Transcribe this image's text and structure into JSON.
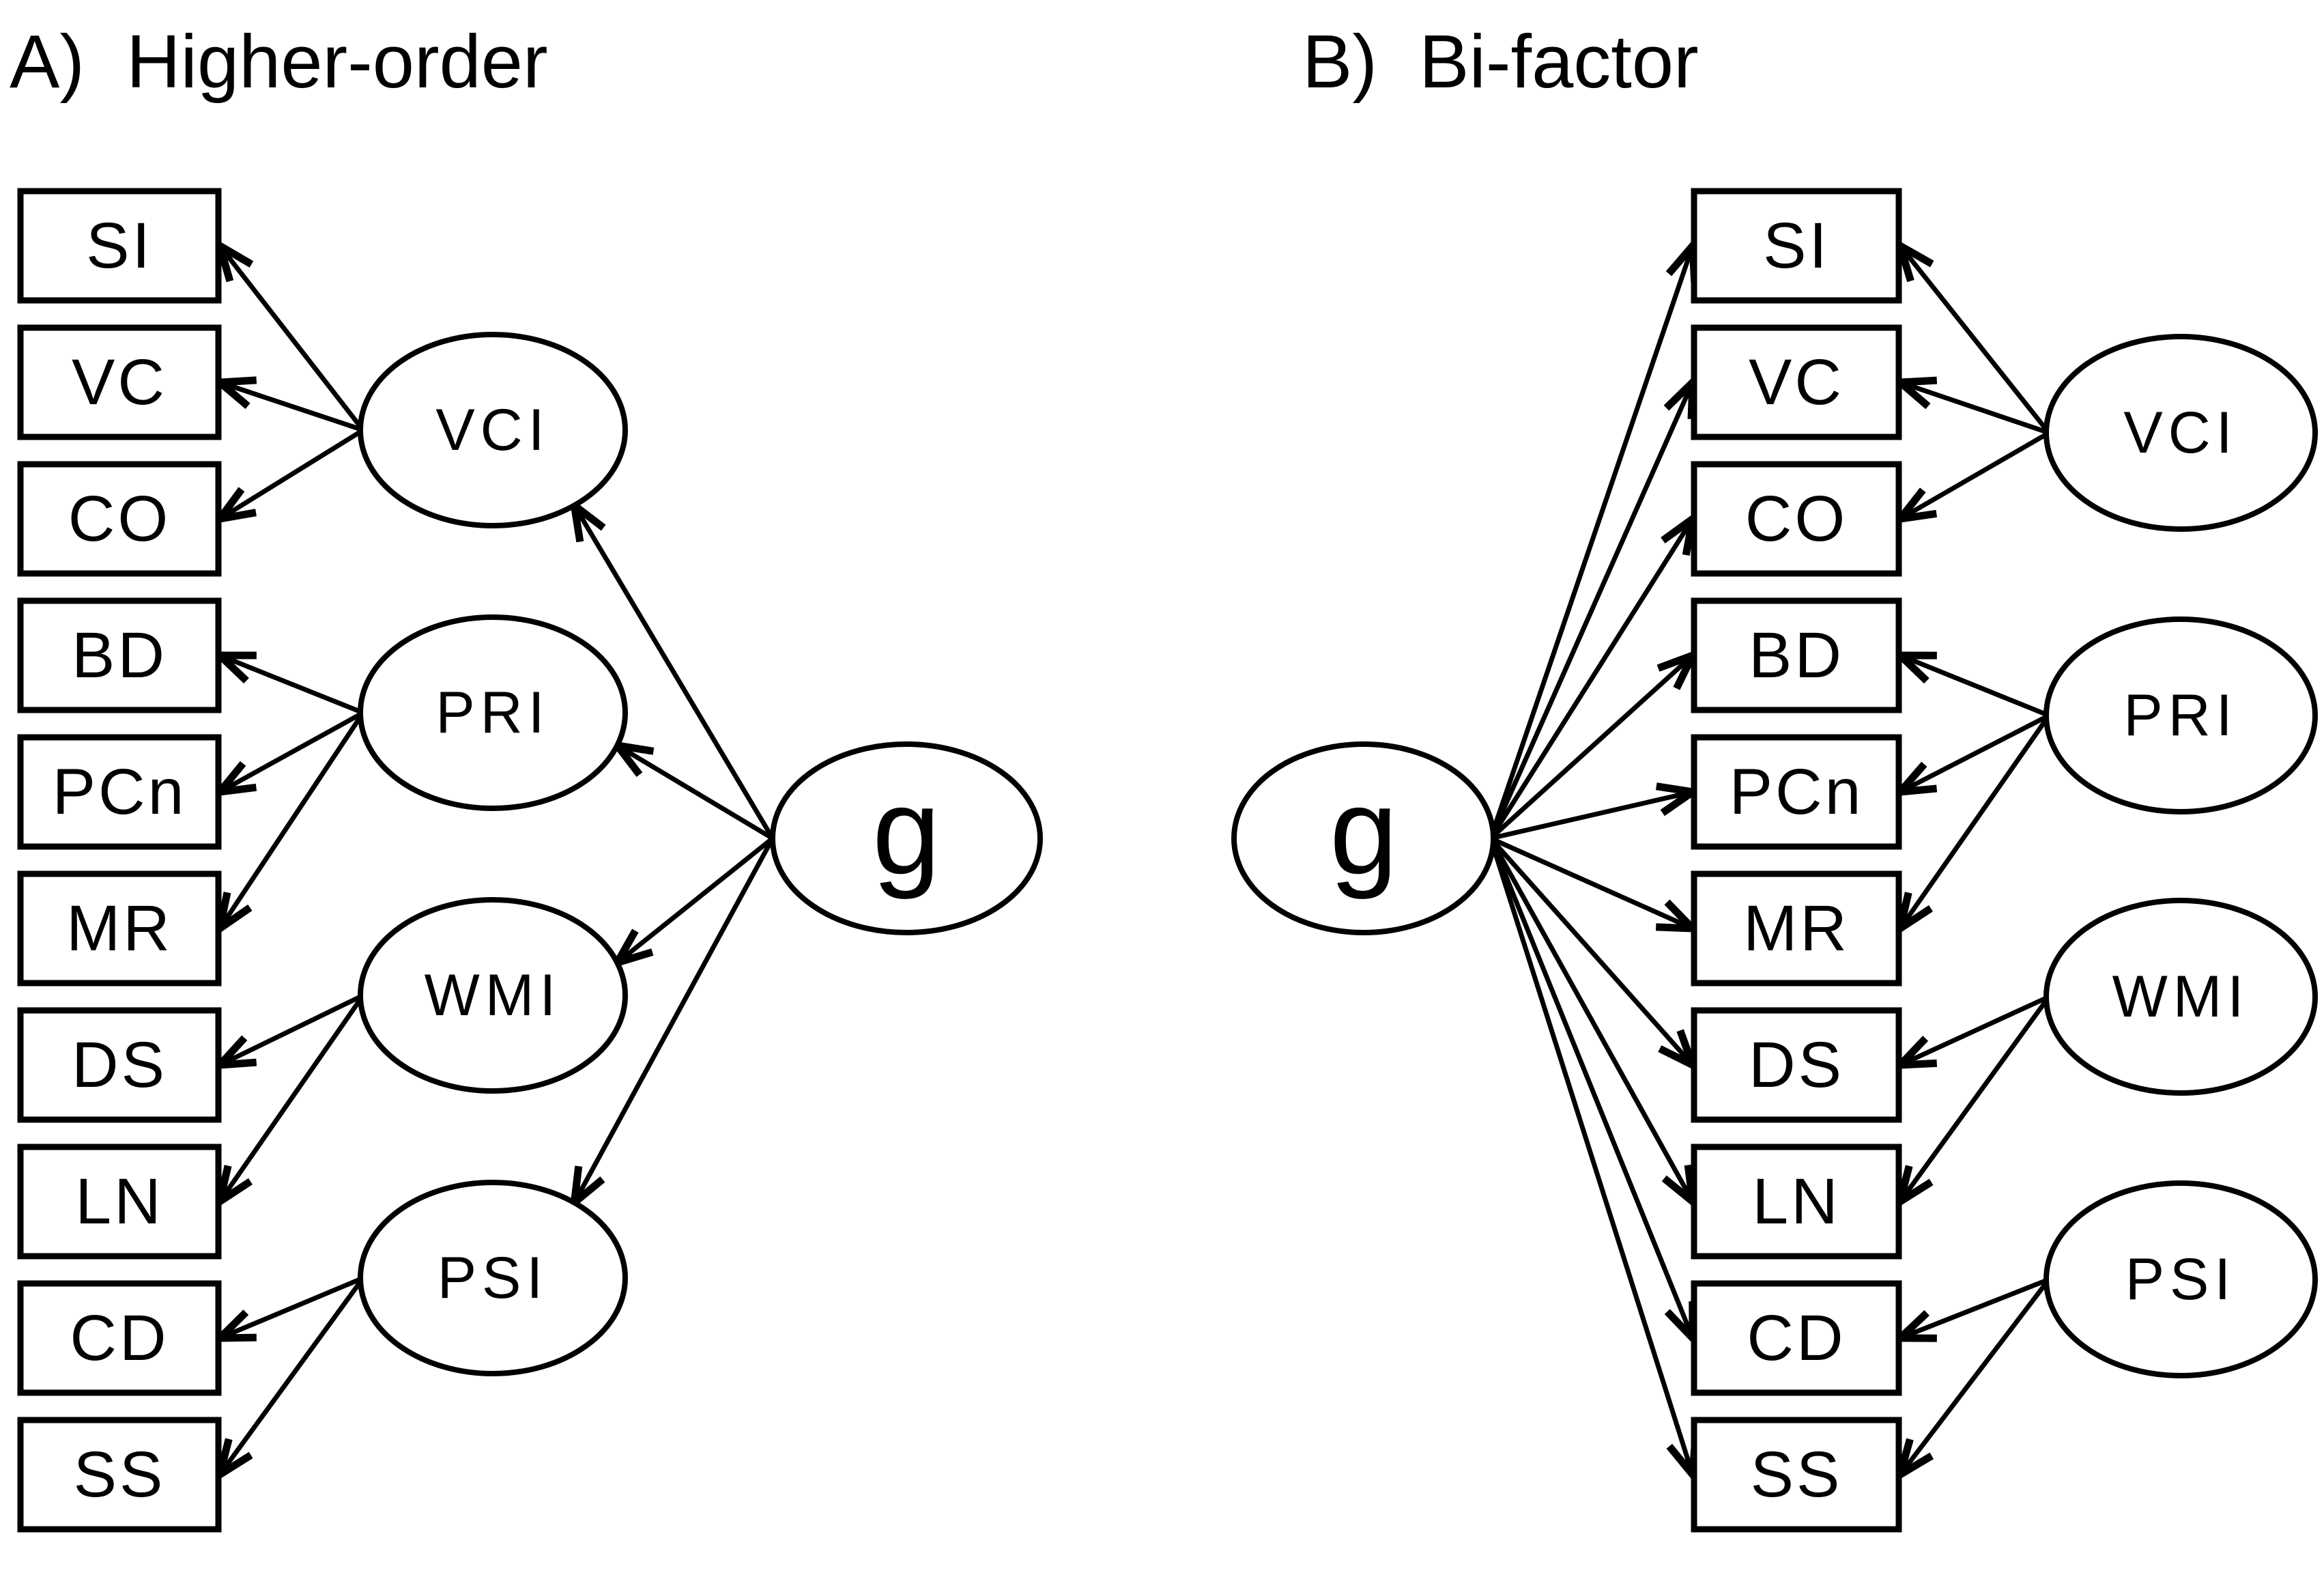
{
  "figure": {
    "background_color": "#ffffff",
    "line_color": "#000000",
    "description": "Path diagrams of two WISC factor models"
  },
  "panels": [
    {
      "id": "A",
      "title": "A)  Higher-order",
      "model": "higher-order",
      "edges": [
        {
          "from": "g",
          "to": "VCI"
        },
        {
          "from": "g",
          "to": "PRI"
        },
        {
          "from": "g",
          "to": "WMI"
        },
        {
          "from": "g",
          "to": "PSI"
        },
        {
          "from": "VCI",
          "to": "SI"
        },
        {
          "from": "VCI",
          "to": "VC"
        },
        {
          "from": "VCI",
          "to": "CO"
        },
        {
          "from": "PRI",
          "to": "BD"
        },
        {
          "from": "PRI",
          "to": "PCn"
        },
        {
          "from": "PRI",
          "to": "MR"
        },
        {
          "from": "WMI",
          "to": "DS"
        },
        {
          "from": "WMI",
          "to": "LN"
        },
        {
          "from": "PSI",
          "to": "CD"
        },
        {
          "from": "PSI",
          "to": "SS"
        }
      ]
    },
    {
      "id": "B",
      "title": "B)  Bi-factor",
      "model": "bi-factor",
      "edges": [
        {
          "from": "g",
          "to": "SI"
        },
        {
          "from": "g",
          "to": "VC"
        },
        {
          "from": "g",
          "to": "CO"
        },
        {
          "from": "g",
          "to": "BD"
        },
        {
          "from": "g",
          "to": "PCn"
        },
        {
          "from": "g",
          "to": "MR"
        },
        {
          "from": "g",
          "to": "DS"
        },
        {
          "from": "g",
          "to": "LN"
        },
        {
          "from": "g",
          "to": "CD"
        },
        {
          "from": "g",
          "to": "SS"
        },
        {
          "from": "VCI",
          "to": "SI"
        },
        {
          "from": "VCI",
          "to": "VC"
        },
        {
          "from": "VCI",
          "to": "CO"
        },
        {
          "from": "PRI",
          "to": "BD"
        },
        {
          "from": "PRI",
          "to": "PCn"
        },
        {
          "from": "PRI",
          "to": "MR"
        },
        {
          "from": "WMI",
          "to": "DS"
        },
        {
          "from": "WMI",
          "to": "LN"
        },
        {
          "from": "PSI",
          "to": "CD"
        },
        {
          "from": "PSI",
          "to": "SS"
        }
      ]
    }
  ],
  "indicators": [
    "SI",
    "VC",
    "CO",
    "BD",
    "PCn",
    "MR",
    "DS",
    "LN",
    "CD",
    "SS"
  ],
  "factors": [
    {
      "label": "VCI",
      "indicators": [
        "SI",
        "VC",
        "CO"
      ]
    },
    {
      "label": "PRI",
      "indicators": [
        "BD",
        "PCn",
        "MR"
      ]
    },
    {
      "label": "WMI",
      "indicators": [
        "DS",
        "LN"
      ]
    },
    {
      "label": "PSI",
      "indicators": [
        "CD",
        "SS"
      ]
    }
  ],
  "general_factor": {
    "label": "g"
  },
  "node_shapes": {
    "indicator": "rectangle",
    "factor": "ellipse",
    "general_factor": "ellipse"
  }
}
